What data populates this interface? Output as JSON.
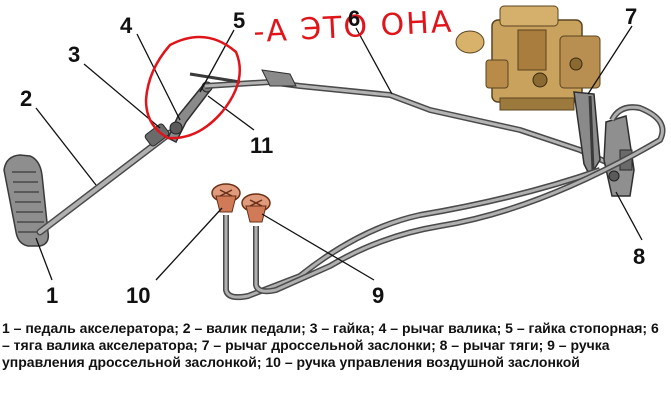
{
  "labels": {
    "n1": "1",
    "n2": "2",
    "n3": "3",
    "n4": "4",
    "n5": "5",
    "n6": "6",
    "n7": "7",
    "n8": "8",
    "n9": "9",
    "n10": "10",
    "n11": "11"
  },
  "annotation": {
    "text": "-А ЭТО ОНА",
    "color": "#e0141b"
  },
  "caption": "1 – педаль акселератора; 2 – валик педали; 3 – гайка; 4 – рычаг валика; 5 – гайка стопорная; 6 – тяга валика акселератора; 7 – рычаг дроссельной заслонки; 8 – рычаг тяги; 9 – ручка управления дроссельной заслонкой; 10 – ручка управления воздушной заслонкой",
  "colors": {
    "metal": "#9a9a9a",
    "metal_dark": "#4a4a4a",
    "carburetor": "#c9a25e",
    "knob": "#d98a6a",
    "annotation": "#e0141b"
  }
}
